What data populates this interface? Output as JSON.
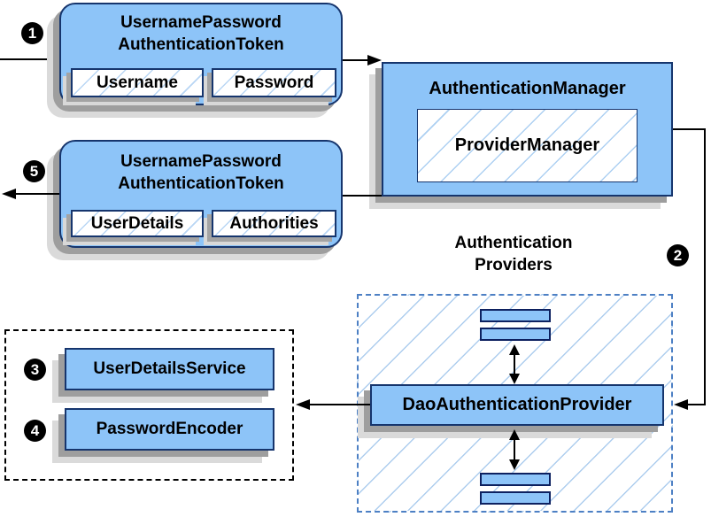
{
  "badges": {
    "step1": "1",
    "step2": "2",
    "step3": "3",
    "step4": "4",
    "step5": "5"
  },
  "request_token": {
    "title_line1": "UsernamePassword",
    "title_line2": "AuthenticationToken",
    "field1": "Username",
    "field2": "Password"
  },
  "result_token": {
    "title_line1": "UsernamePassword",
    "title_line2": "AuthenticationToken",
    "field1": "UserDetails",
    "field2": "Authorities"
  },
  "authentication_manager": {
    "title": "AuthenticationManager",
    "inner": "ProviderManager"
  },
  "authentication_providers": {
    "label_line1": "Authentication",
    "label_line2": "Providers",
    "provider": "DaoAuthenticationProvider"
  },
  "collaborators": {
    "item1": "UserDetailsService",
    "item2": "PasswordEncoder"
  },
  "colors": {
    "node_fill": "#8dc4f8",
    "node_border": "#16356d",
    "hatch_line": "#adcdee",
    "blue_dashed_border": "#4d80c4",
    "black_dashed_border": "#000000",
    "shadow_dark": "#9e9e9e",
    "shadow_light": "#dadada",
    "connector": "#000000",
    "badge_bg": "#000000",
    "badge_text": "#ffffff"
  }
}
